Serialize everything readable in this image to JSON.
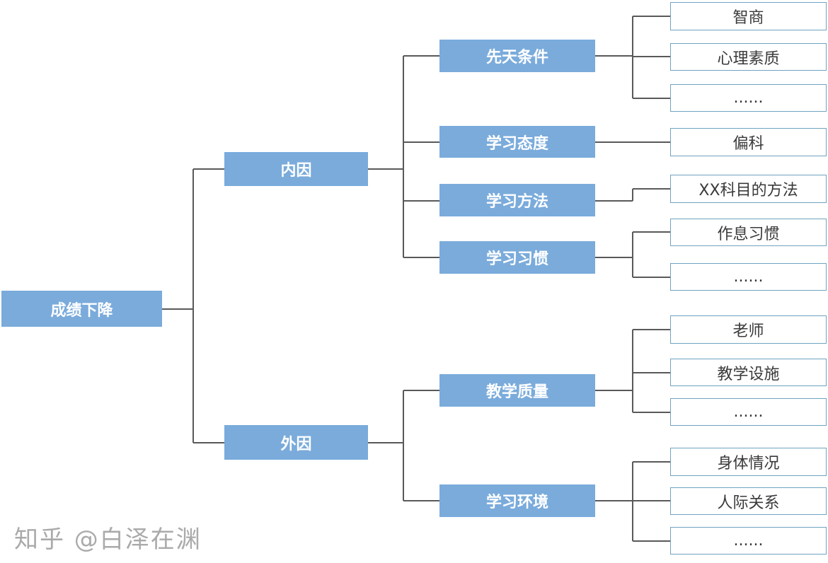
{
  "root": {
    "label": "成绩下降"
  },
  "level1": [
    {
      "label": "内因",
      "children": [
        {
          "label": "先天条件",
          "leaves": [
            "智商",
            "心理素质",
            "......"
          ]
        },
        {
          "label": "学习态度",
          "leaves": [
            "偏科"
          ]
        },
        {
          "label": "学习方法",
          "leaves": [
            "XX科目的方法"
          ]
        },
        {
          "label": "学习习惯",
          "leaves": [
            "作息习惯",
            "......"
          ]
        }
      ]
    },
    {
      "label": "外因",
      "children": [
        {
          "label": "教学质量",
          "leaves": [
            "老师",
            "教学设施",
            "......"
          ]
        },
        {
          "label": "学习环境",
          "leaves": [
            "身体情况",
            "人际关系",
            "......"
          ]
        }
      ]
    }
  ],
  "watermark": "知乎 @白泽在渊",
  "colors": {
    "node_fill": "#7aabdb",
    "leaf_border": "#6fa3c0",
    "connector": "#595959"
  }
}
